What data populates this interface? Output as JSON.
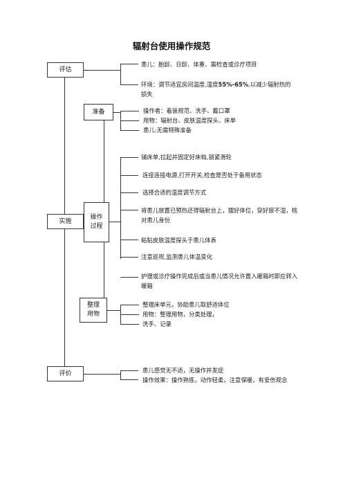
{
  "title": "辐射台使用操作规范",
  "assess": {
    "label": "评估",
    "item1": "患儿：胎龄、日龄、体重、需检查或诊疗项目",
    "item2_pre": "环境：调节适宜房间温度,湿度",
    "item2_num": "55%-65%",
    "item2_post": ",以减少辐射热的损失"
  },
  "implement": {
    "label": "实施",
    "prepare": {
      "label": "准备",
      "items": [
        "操作者：着装规范、洗手、戴口罩",
        "用物：辐射台、皮肤温度探头、床单",
        "患儿:无需特殊准备"
      ]
    },
    "process": {
      "label_line1": "操作",
      "label_line2": "过程",
      "items": [
        "铺床单,拉起并固定好床档,锁紧滑轮",
        "连接连接电源,打开开关,检查是否处于备用状态",
        "选择合适的温度调节方式",
        "将患儿放置已预热还得辐射台上，摆好体位，穿好尿不湿，核对患儿身份",
        "粘贴皮肤温度探头于患儿体表",
        "注意巡视,监测患儿体温变化",
        "护理或诊疗操作完成后或当患儿情况允许置入暖箱时即应转入暖箱"
      ]
    },
    "tidy": {
      "label_line1": "整理",
      "label_line2": "用物",
      "items": [
        "整理床单元，协助患儿取舒适体位",
        "用物：整理用物，分类处理，",
        "洗手、记录"
      ]
    }
  },
  "evaluate": {
    "label": "评价",
    "items": [
      "患儿感觉无不适，无操作并发症",
      "操作效果：操作熟练，动作轻柔，注意保暖，有爱伤观念"
    ]
  }
}
